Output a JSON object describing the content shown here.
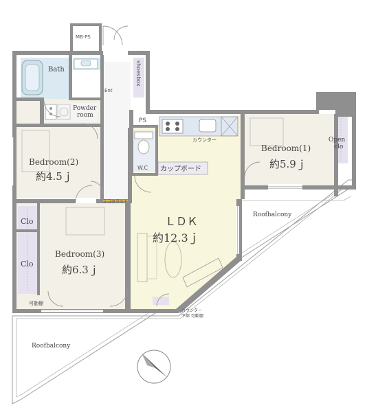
{
  "rooms": {
    "bath": "Bath",
    "powder": "Powder",
    "powder_room": "room",
    "ent": "Ent",
    "shoesbox": "shoesbox",
    "mbps": "MB·PS",
    "ps": "PS",
    "wc": "W.C",
    "bedroom2": "Bedroom(2)",
    "bedroom2_size": "約4.5ｊ",
    "bedroom1": "Bedroom(1)",
    "bedroom1_size": "約5.9ｊ",
    "bedroom3": "Bedroom(3)",
    "bedroom3_size": "約6.3ｊ",
    "ldk": "ＬＤＫ",
    "ldk_size": "約12.3ｊ",
    "clo_upper": "Clo",
    "clo_lower": "Clo",
    "open_clo_1": "Open",
    "open_clo_2": "clo",
    "counter": "カウンター",
    "cupboard": "カップボード",
    "eco_carat": "エコカラット",
    "movable_shelf": "可動棚",
    "counter_lower_1": "カウンター",
    "counter_lower_2": "下部 可動棚",
    "roofbalcony_right": "Roofbalcony",
    "roofbalcony_bottom": "Roofbalcony"
  },
  "colors": {
    "floor": "#f3f0e7",
    "ldk": "#f8f6dc",
    "wet": "#dbe9f2",
    "storage": "#e6e1ee",
    "wall": "#8f8f8f"
  },
  "icons": {
    "compass": "north-arrow-icon"
  }
}
